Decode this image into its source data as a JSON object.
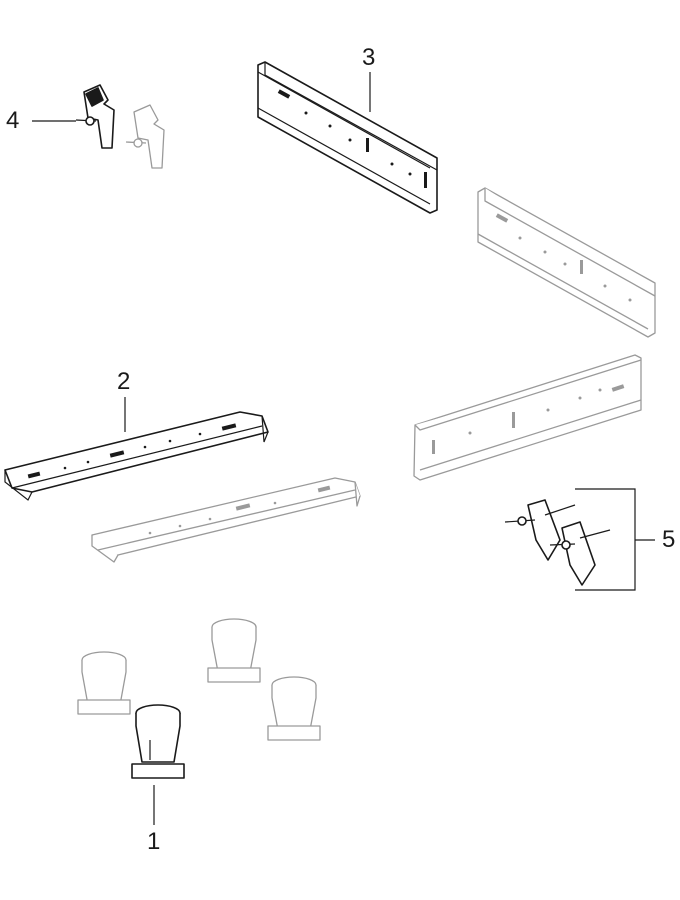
{
  "callouts": {
    "part1": "1",
    "part2": "2",
    "part3": "3",
    "part4": "4",
    "part5": "5"
  },
  "colors": {
    "line": "#1a1a1a",
    "ghost": "#9a9a9a"
  }
}
